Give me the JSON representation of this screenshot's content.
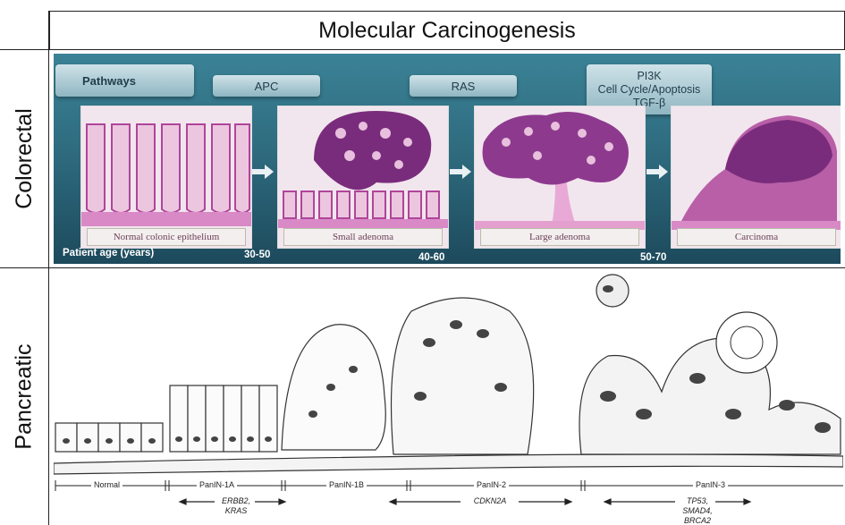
{
  "title": "Molecular Carcinogenesis",
  "rows": {
    "colorectal": "Colorectal",
    "pancreatic": "Pancreatic"
  },
  "colorectal": {
    "pathways_label": "Pathways",
    "pathway_tags": [
      "APC",
      "RAS"
    ],
    "pathway_tag_3": [
      "PI3K",
      "Cell Cycle/Apoptosis",
      "TGF-β"
    ],
    "stages": [
      "Normal colonic epithelium",
      "Small adenoma",
      "Large adenoma",
      "Carcinoma"
    ],
    "age_label": "Patient age (years)",
    "ages": [
      "30-50",
      "40-60",
      "50-70"
    ],
    "colors": {
      "tissue": "#c45aa8",
      "dark_tissue": "#6a2a6c",
      "bg": "#2f6c80"
    }
  },
  "pancreatic": {
    "stages": [
      "Normal",
      "PanIN-1A",
      "PanIN-1B",
      "PanIN-2",
      "PanIN-3"
    ],
    "genes": [
      "ERBB2,",
      "KRAS",
      "CDKN2A",
      "TP53,",
      "SMAD4,",
      "BRCA2"
    ]
  }
}
